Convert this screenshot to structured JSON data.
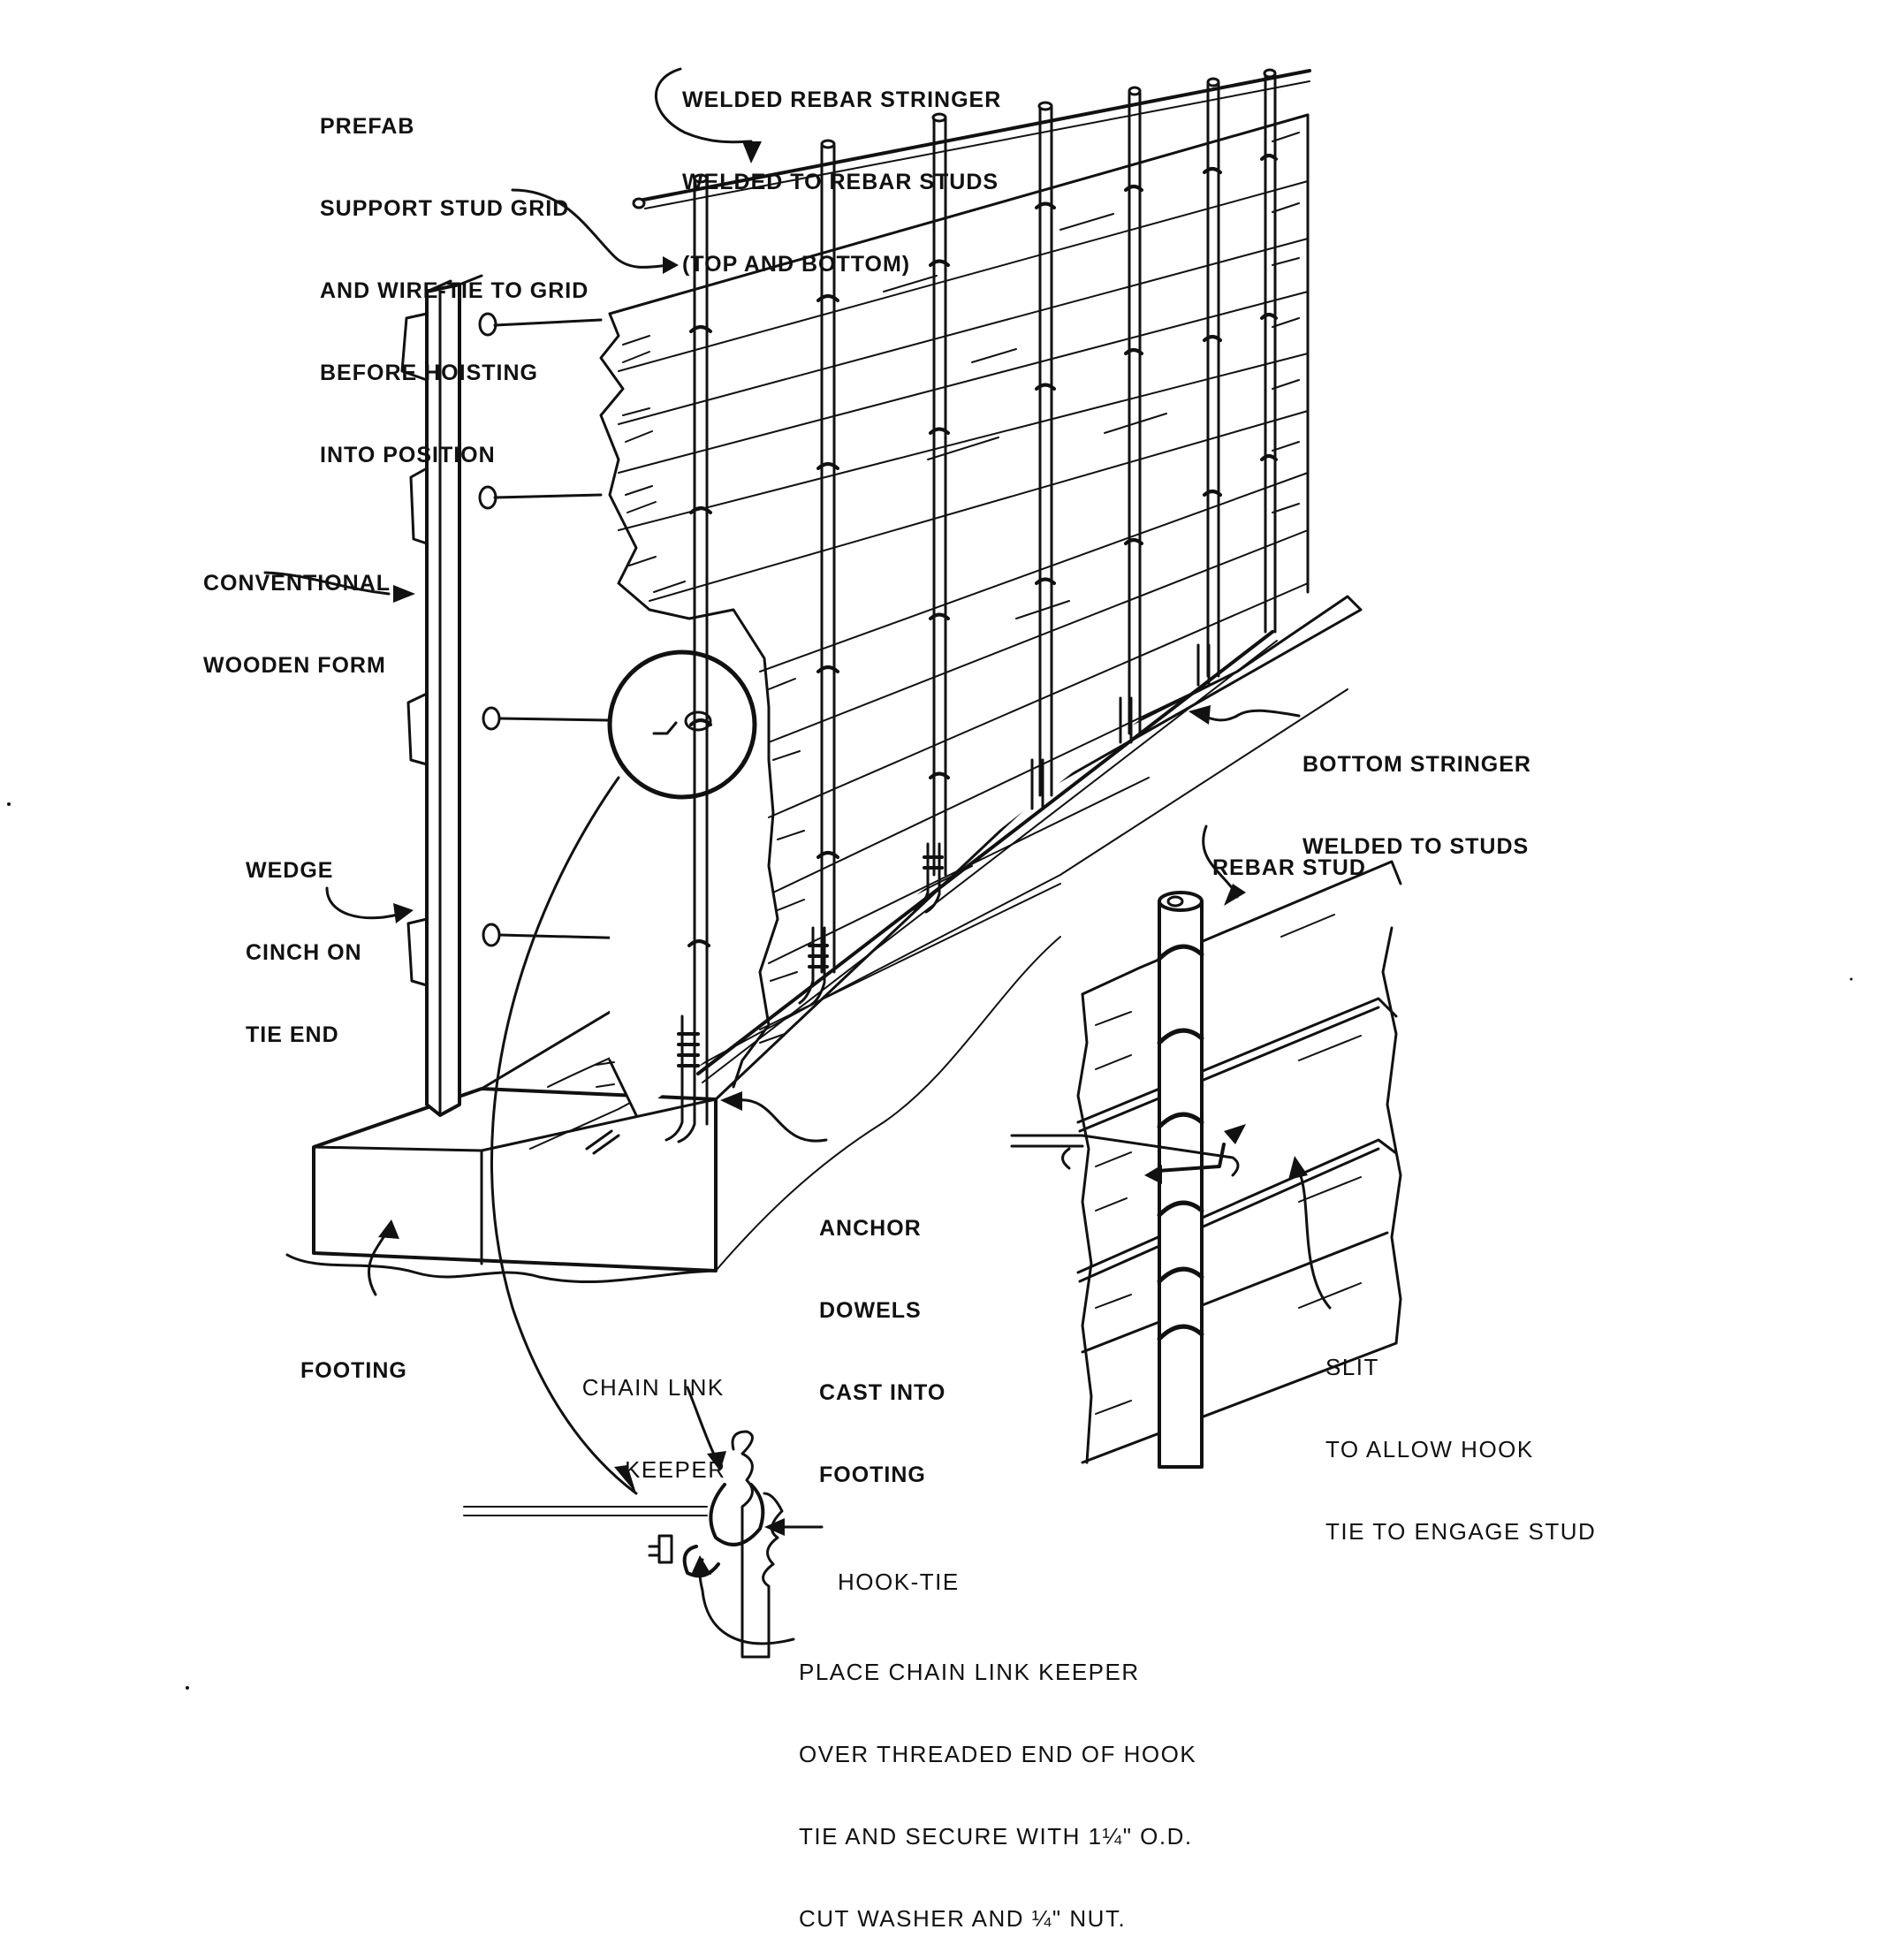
{
  "labels": {
    "prefab": [
      "PREFAB",
      "SUPPORT STUD GRID",
      "AND WIRE-TIE TO GRID",
      "BEFORE HOISTING",
      "INTO POSITION"
    ],
    "welded_stringer": [
      "WELDED REBAR STRINGER",
      "WELDED TO REBAR STUDS",
      "(TOP AND BOTTOM)"
    ],
    "conventional_form": [
      "CONVENTIONAL",
      "WOODEN FORM"
    ],
    "wedge_cinch": [
      "WEDGE",
      "CINCH ON",
      "TIE END"
    ],
    "bottom_stringer": [
      "BOTTOM STRINGER",
      "WELDED TO STUDS"
    ],
    "rebar_stud": "REBAR STUD",
    "anchor_dowels": [
      "ANCHOR",
      "DOWELS",
      "CAST INTO",
      "FOOTING"
    ],
    "footing": "FOOTING",
    "chain_link_keeper": [
      "CHAIN LINK",
      "KEEPER"
    ],
    "hook_tie": "HOOK-TIE",
    "slit": [
      "SLIT",
      "TO ALLOW HOOK",
      "TIE TO ENGAGE STUD"
    ],
    "place_keeper": [
      "PLACE CHAIN LINK KEEPER",
      "OVER THREADED END OF HOOK",
      "TIE AND SECURE WITH 1¼\" O.D.",
      "CUT WASHER AND ¼\" NUT."
    ]
  }
}
